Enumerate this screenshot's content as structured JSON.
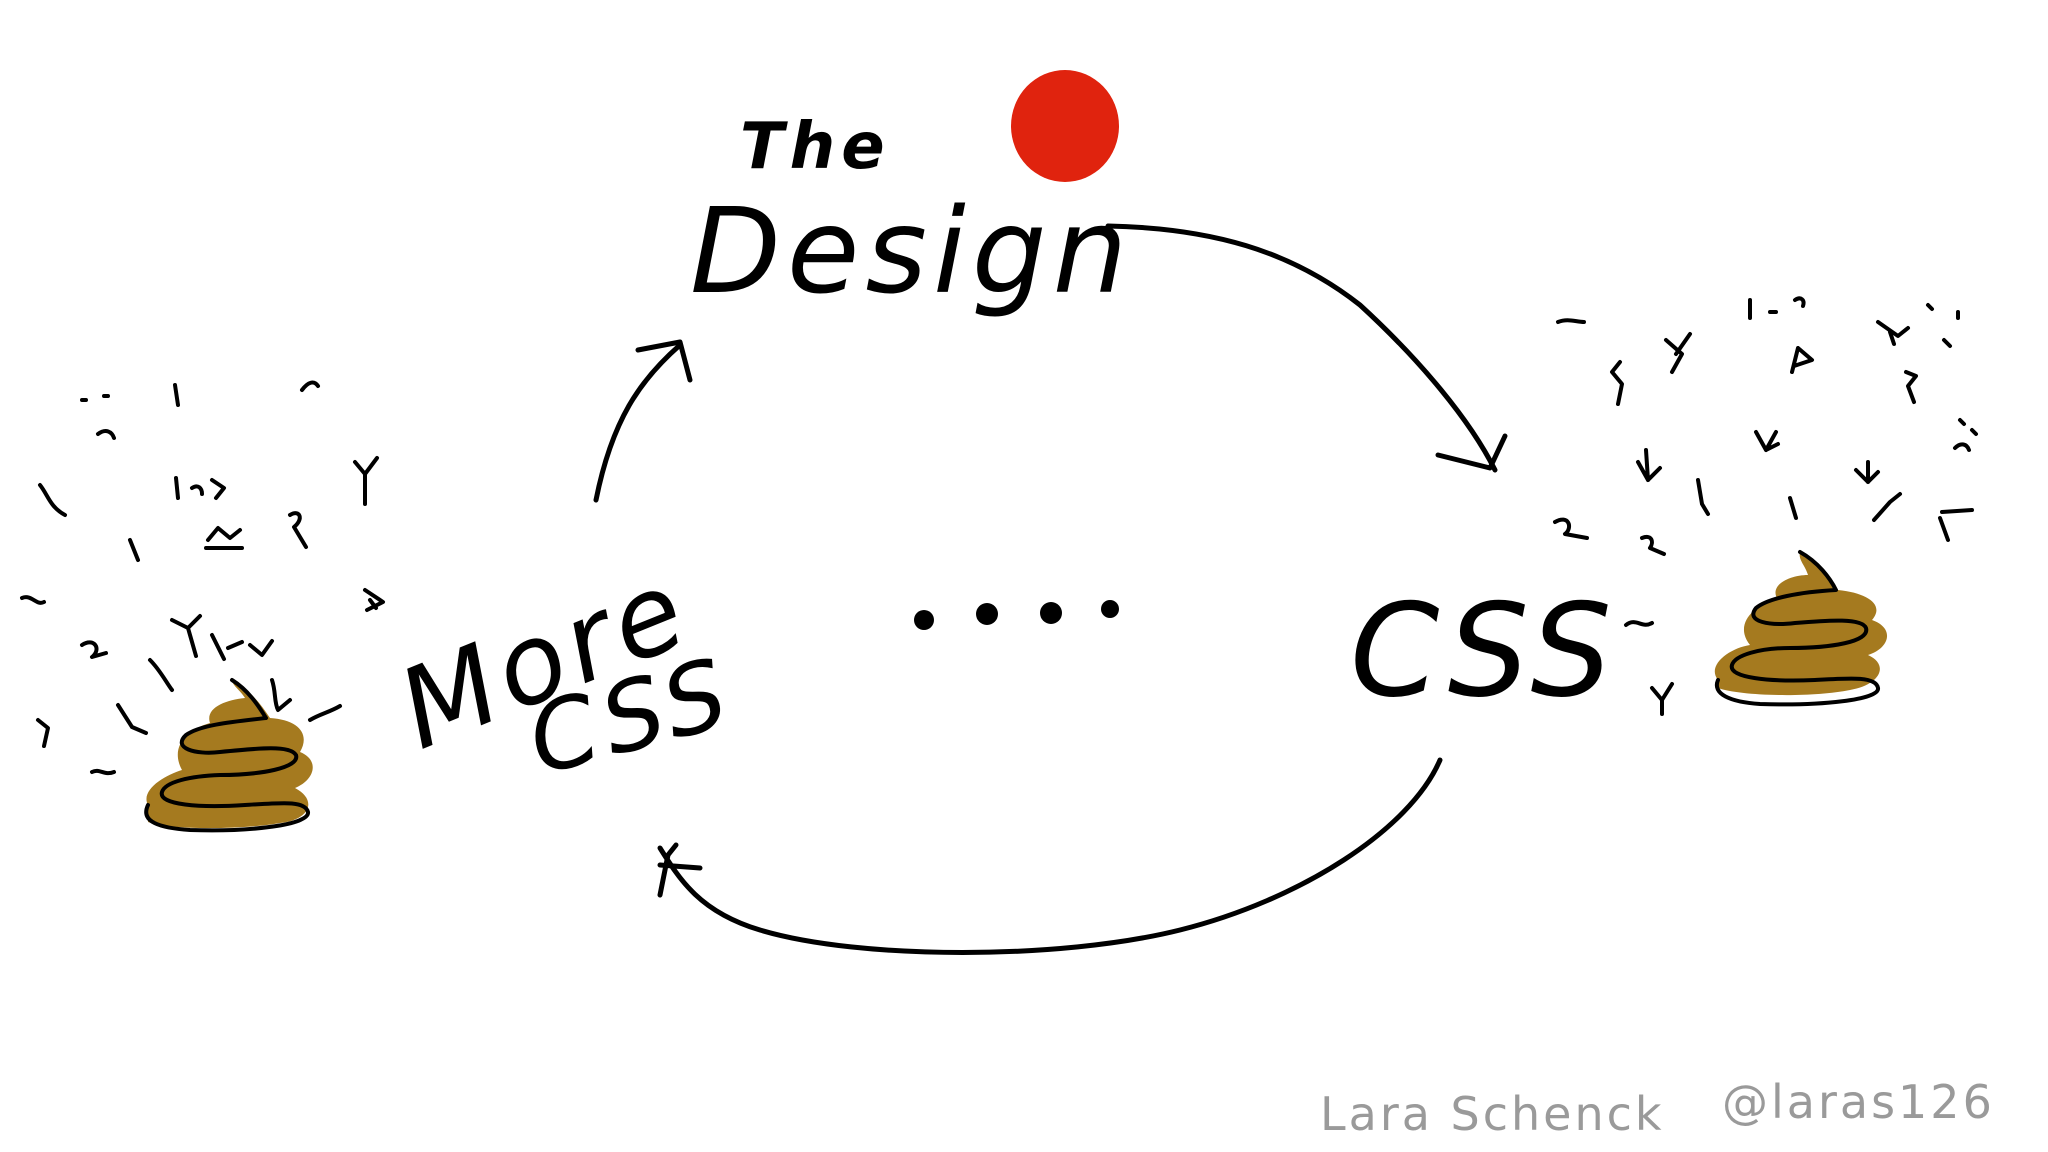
{
  "diagram": {
    "labels": {
      "the": "The",
      "design": "Design",
      "css": "CSS",
      "more": "More",
      "more_css": "CSS",
      "ellipsis": "...."
    },
    "credit": {
      "author": "Lara Schenck",
      "handle": "@laras126"
    },
    "colors": {
      "ink": "#000000",
      "dot": "#e0230e",
      "poo": "#a57a1f",
      "credit": "#9a9a9a"
    },
    "icons": {
      "left_pile": "poo-icon",
      "right_pile": "poo-icon",
      "top_dot": "red-dot-icon"
    }
  }
}
